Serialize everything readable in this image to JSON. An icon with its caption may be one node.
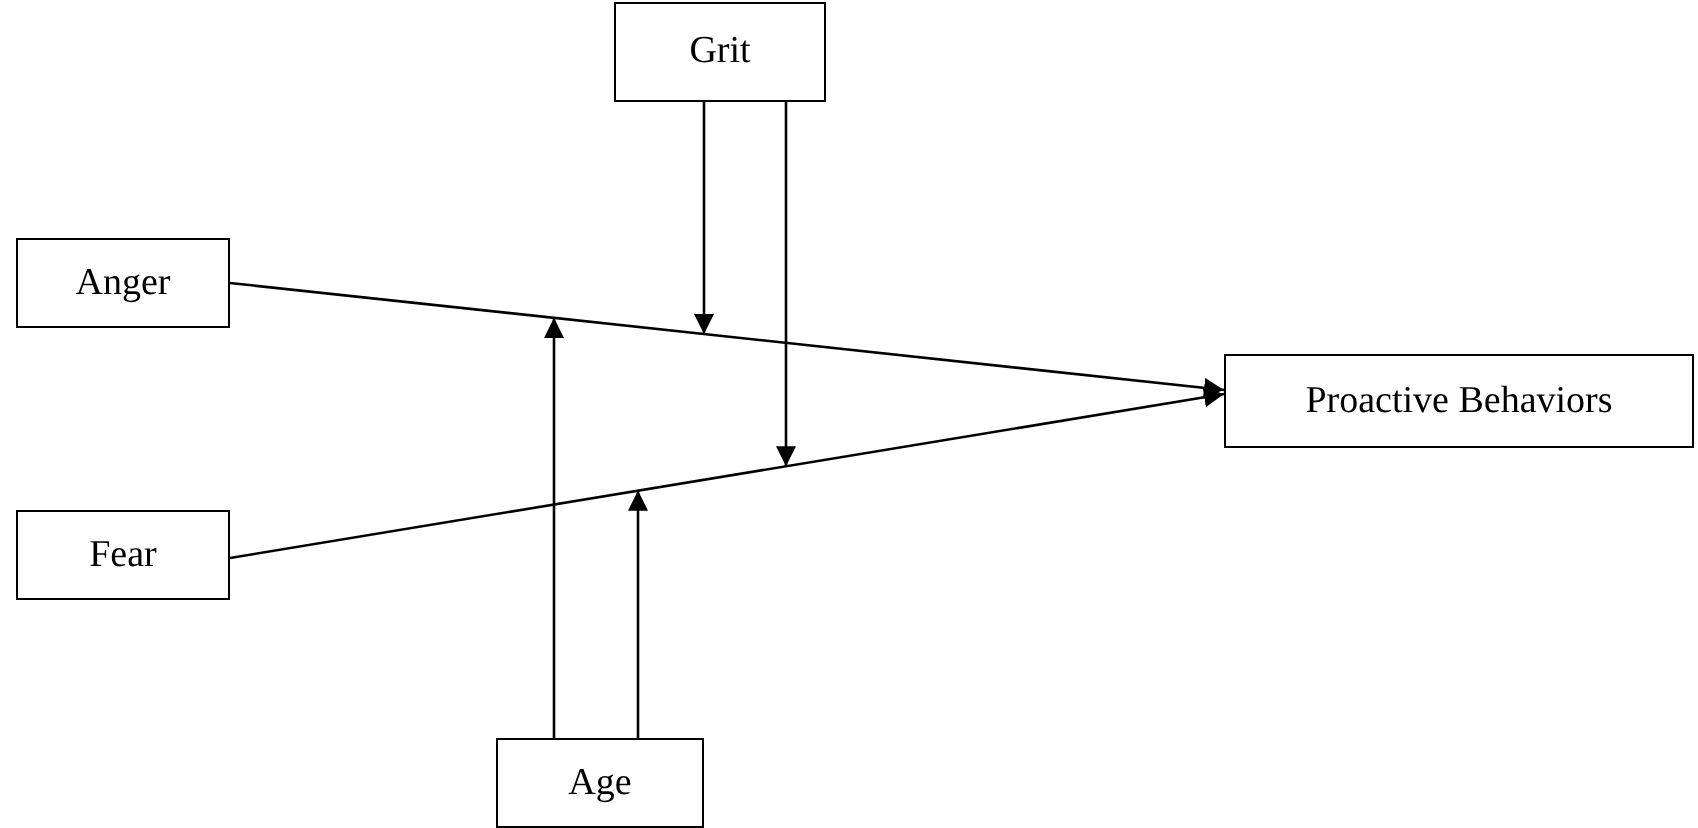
{
  "diagram": {
    "nodes": [
      {
        "text": [
          "Grit"
        ]
      },
      {
        "text": [
          "Anger"
        ]
      },
      {
        "text": [
          "Proactive Behaviors"
        ]
      },
      {
        "text": [
          "Fear"
        ]
      },
      {
        "text": [
          "Age"
        ]
      }
    ],
    "edges": [
      {
        "from": 1,
        "to": 2,
        "arrow": "to"
      },
      {
        "from": 3,
        "to": 2,
        "arrow": "to"
      },
      {
        "from": 0,
        "to": null,
        "arrow": "to"
      },
      {
        "from": 0,
        "to": null,
        "arrow": "to"
      },
      {
        "from": 4,
        "to": null,
        "arrow": "to"
      },
      {
        "from": 4,
        "to": null,
        "arrow": "to"
      }
    ]
  }
}
